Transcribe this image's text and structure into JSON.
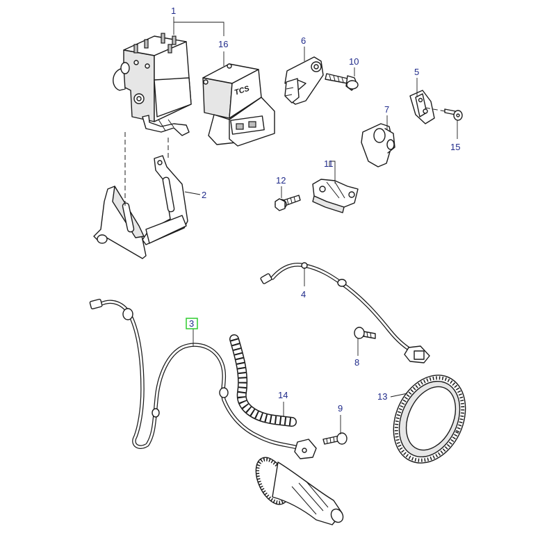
{
  "diagram": {
    "module_label": "TCS",
    "highlighted_callout": "3",
    "callouts": [
      {
        "id": "c1",
        "label": "1"
      },
      {
        "id": "c16",
        "label": "16"
      },
      {
        "id": "c6",
        "label": "6"
      },
      {
        "id": "c10",
        "label": "10"
      },
      {
        "id": "c5",
        "label": "5"
      },
      {
        "id": "c7",
        "label": "7"
      },
      {
        "id": "c15",
        "label": "15"
      },
      {
        "id": "c11",
        "label": "11"
      },
      {
        "id": "c12",
        "label": "12"
      },
      {
        "id": "c2",
        "label": "2"
      },
      {
        "id": "c4",
        "label": "4"
      },
      {
        "id": "c3",
        "label": "3"
      },
      {
        "id": "c8",
        "label": "8"
      },
      {
        "id": "c14",
        "label": "14"
      },
      {
        "id": "c9",
        "label": "9"
      },
      {
        "id": "c13",
        "label": "13"
      }
    ]
  },
  "colors": {
    "callout_text": "#1f2a8a",
    "highlight_box": "#2ecc2e",
    "line": "#1a1a1a"
  }
}
